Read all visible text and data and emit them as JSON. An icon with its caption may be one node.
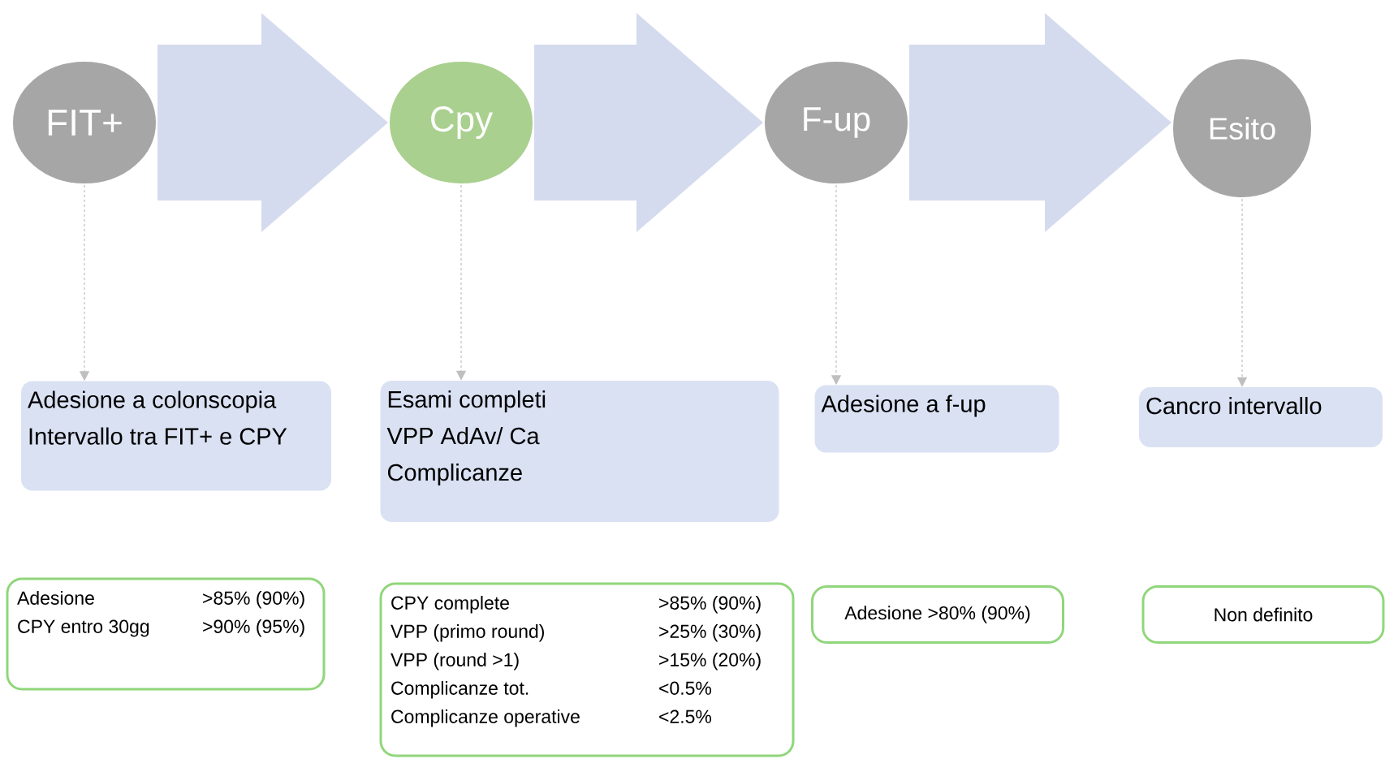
{
  "diagram": {
    "nodes": [
      {
        "text": [
          "FIT+"
        ]
      },
      {
        "text": [
          "Cpy"
        ]
      },
      {
        "text": [
          "F-up"
        ]
      },
      {
        "text": [
          "Esito"
        ]
      },
      {
        "text": [
          "Adesione a colonscopia",
          "Intervallo tra FIT+ e CPY"
        ]
      },
      {
        "text": [
          "Esami completi",
          "VPP AdAv/ Ca",
          "Complicanze"
        ]
      },
      {
        "text": [
          "Adesione a f-up"
        ]
      },
      {
        "text": [
          "Cancro intervallo"
        ]
      },
      {
        "text": [
          "Adesione",
          ">85% (90%)",
          "CPY entro 30gg",
          ">90% (95%)"
        ]
      },
      {
        "text": [
          "CPY complete",
          ">85% (90%)",
          "VPP (primo round)",
          ">25% (30%)",
          "VPP (round >1)",
          ">15% (20%)",
          "Complicanze tot.",
          "<0.5%",
          "Complicanze operative",
          "<2.5%"
        ]
      },
      {
        "text": [
          "Adesione >80% (90%)"
        ]
      },
      {
        "text": [
          "Non definito"
        ]
      }
    ],
    "edges": [
      {
        "from": 0,
        "to": 1,
        "arrow": "to",
        "style": "thick",
        "color": "#d5dbee"
      },
      {
        "from": 1,
        "to": 2,
        "arrow": "to",
        "style": "thick",
        "color": "#d5dbee"
      },
      {
        "from": 2,
        "to": 3,
        "arrow": "to",
        "style": "thick",
        "color": "#d5dbee"
      },
      {
        "from": 0,
        "to": 4,
        "arrow": "to",
        "style": "dashed"
      },
      {
        "from": 1,
        "to": 5,
        "arrow": "to",
        "style": "dashed"
      },
      {
        "from": 2,
        "to": 6,
        "arrow": "to",
        "style": "dashed"
      },
      {
        "from": 3,
        "to": 7,
        "arrow": "to",
        "style": "dashed"
      }
    ]
  }
}
